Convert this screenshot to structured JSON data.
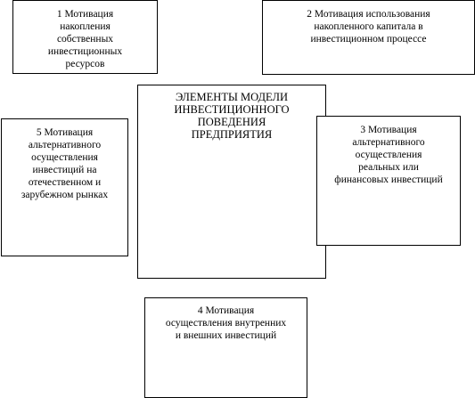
{
  "diagram": {
    "center": {
      "text": "ЭЛЕМЕНТЫ МОДЕЛИ\nИНВЕСТИЦИОННОГО\nПОВЕДЕНИЯ\nПРЕДПРИЯТИЯ"
    },
    "boxes": [
      {
        "id": "1",
        "text": "1  Мотивация\nнакопления\nсобственных\nинвестиционных\nресурсов"
      },
      {
        "id": "2",
        "text": "2 Мотивация использования\nнакопленного капитала в\nинвестиционном процессе"
      },
      {
        "id": "3",
        "text": "3 Мотивация\nальтернативного\nосуществления\nреальных или\nфинансовых инвестиций"
      },
      {
        "id": "4",
        "text": "4 Мотивация\nосуществления внутренних\nи внешних инвестиций"
      },
      {
        "id": "5",
        "text": "5 Мотивация\nальтернативного\nосуществления\nинвестиций на\nотечественном и\nзарубежном рынках"
      }
    ]
  }
}
